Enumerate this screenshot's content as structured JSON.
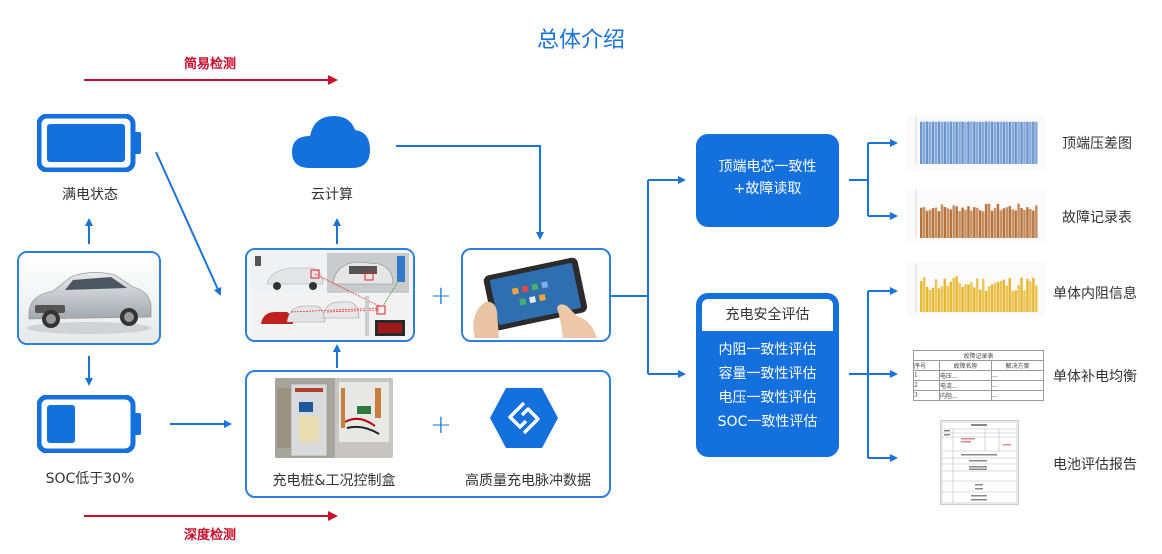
{
  "title": "总体介绍",
  "flow_labels": {
    "simple_check": "简易检测",
    "deep_check": "深度检测"
  },
  "left_column": {
    "full_battery": {
      "icon": "battery-full-icon",
      "label": "满电状态",
      "charge_fraction": 1.0
    },
    "vehicle": {
      "icon": "electric-car-image"
    },
    "low_battery": {
      "icon": "battery-low-icon",
      "label": "SOC低于30%",
      "charge_fraction": 0.3
    }
  },
  "middle": {
    "cloud": {
      "icon": "cloud-icon",
      "label": "云计算"
    },
    "charging_scenes": {
      "icon": "charging-scene-image"
    },
    "tablet": {
      "icon": "tablet-hands-image"
    },
    "hardware_group": {
      "charger": {
        "icon": "charging-pile-image",
        "label": "充电桩&工况控制盒"
      },
      "pulse_data": {
        "icon": "hexagon-data-icon",
        "label": "高质量充电脉冲数据"
      }
    },
    "plus_symbol": "+"
  },
  "analysis": {
    "top_box": {
      "lines": [
        "顶端电芯一致性",
        "+故障读取"
      ]
    },
    "safety_box": {
      "header": "充电安全评估",
      "lines": [
        "内阻一致性评估",
        "容量一致性评估",
        "电压一致性评估",
        "SOC一致性评估"
      ]
    }
  },
  "outputs": [
    {
      "label": "顶端压差图",
      "thumb": "blue-bar-chart-thumbnail",
      "color": "#6a95cf"
    },
    {
      "label": "故障记录表",
      "thumb": "brown-bar-chart-thumbnail",
      "color": "#b8743a"
    },
    {
      "label": "单体内阻信息",
      "thumb": "yellow-bar-chart-thumbnail",
      "color": "#e8b830"
    },
    {
      "label": "单体补电均衡",
      "thumb": "fault-table-thumbnail"
    },
    {
      "label": "电池评估报告",
      "thumb": "report-document-thumbnail"
    }
  ],
  "fault_table": {
    "title": "故障记录表",
    "headers": [
      "序号",
      "故障名称",
      "解决方案"
    ],
    "rows": [
      [
        "1",
        "电压...",
        "..."
      ],
      [
        "2",
        "电流...",
        "..."
      ],
      [
        "3",
        "内阻...",
        "..."
      ]
    ]
  },
  "colors": {
    "primary_blue": "#1470dd",
    "accent_red": "#c8102e",
    "line_blue": "#1a73d9"
  }
}
